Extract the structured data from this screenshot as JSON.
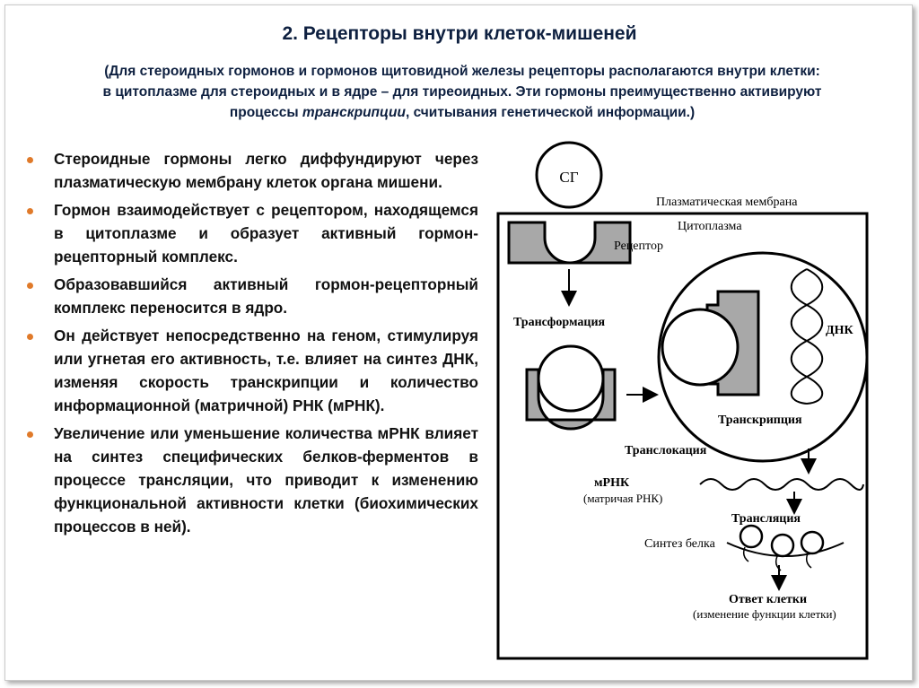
{
  "header": {
    "title": "2. Рецепторы внутри клеток-мишеней",
    "sub_lead": " ",
    "sub_part1": "(Для стероидных гормонов и гормонов щитовидной железы рецепторы располагаются внутри клетки:",
    "sub_part2": "в цитоплазме для стероидных и в ядре – для тиреоидных. Эти гормоны преимущественно активируют",
    "sub_part3": "процессы ",
    "sub_italic": "транскрипции",
    "sub_part4": ", считывания генетической информации.)"
  },
  "bullets": [
    "Стероидные гормоны легко диффундируют через плазматическую мембрану клеток органа мишени.",
    "Гормон взаимодействует с рецептором, находящемся в цитоплазме и образует активный гормон-рецепторный комплекс.",
    "Образовавшийся активный гормон-рецепторный комплекс переносится в ядро.",
    "Он действует непосредственно на геном, стимулируя или угнетая его активность, т.е. влияет на синтез ДНК, изменяя скорость транскрипции и количество информационной (матричной) РНК (мРНК).",
    "Увеличение или уменьшение количества мРНК влияет на синтез специфических белков-ферментов в процессе трансляции, что приводит к изменению функциональной активности клетки (биохимических процессов в ней)."
  ],
  "diagram": {
    "hormone": "СГ",
    "plasma_membrane": "Плазматическая мембрана",
    "cytoplasm": "Цитоплазма",
    "receptor": "Рецептор",
    "transformation": "Трансформация",
    "dna": "ДНК",
    "transcription": "Транскрипция",
    "translocation": "Транслокация",
    "mrna": "мРНК",
    "mrna_full": "(матричая РНК)",
    "translation": "Трансляция",
    "protein_synthesis": "Синтез белка",
    "cell_response": "Ответ клетки",
    "cell_response_detail": "(изменение функции клетки)"
  }
}
